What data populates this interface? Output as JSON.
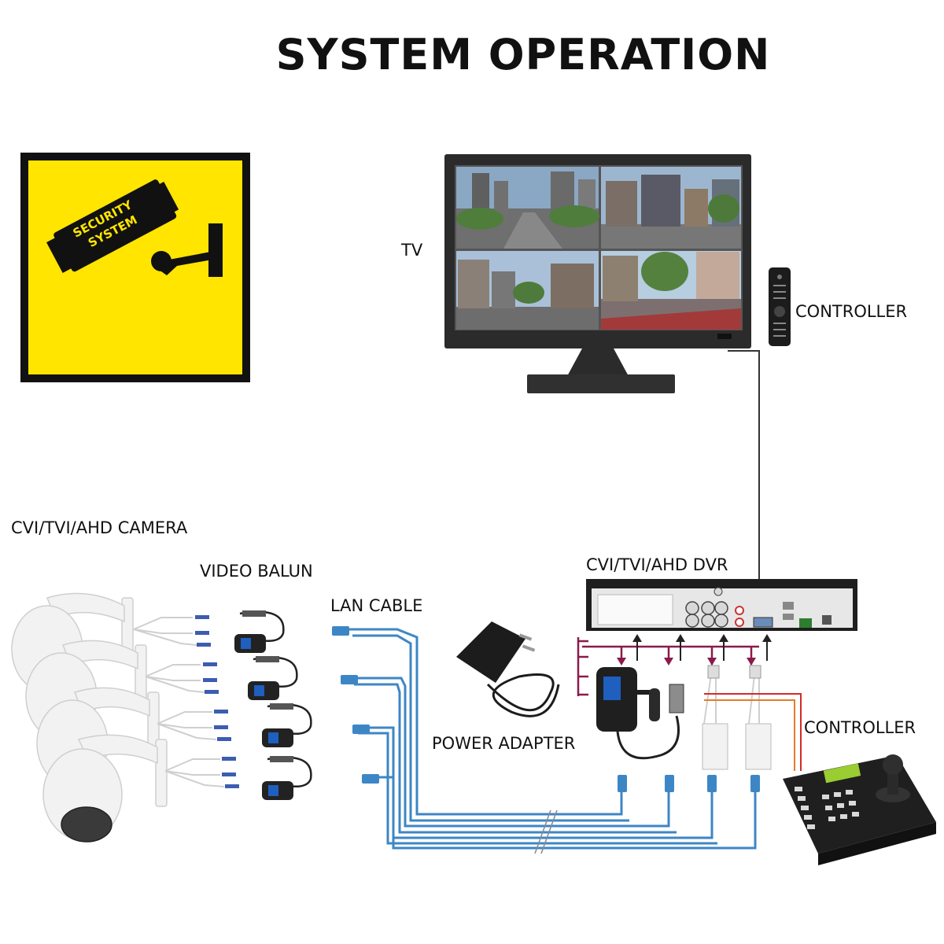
{
  "title": "SYSTEM OPERATION",
  "sign": {
    "line1": "SECURITY",
    "line2": "SYSTEM",
    "background": "#ffe500"
  },
  "labels": {
    "tv": "TV",
    "remote_controller": "CONTROLLER",
    "camera": "CVI/TVI/AHD CAMERA",
    "video_balun": "VIDEO BALUN",
    "lan_cable": "LAN CABLE",
    "dvr": "CVI/TVI/AHD DVR",
    "power_adapter": "POWER ADAPTER",
    "ptz_controller": "CONTROLLER"
  },
  "colors": {
    "lan": "#3d86c6",
    "video": "#8b1a4a",
    "rs485_a": "#e67a2a",
    "rs485_b": "#d42a2a",
    "device": "#222222"
  }
}
